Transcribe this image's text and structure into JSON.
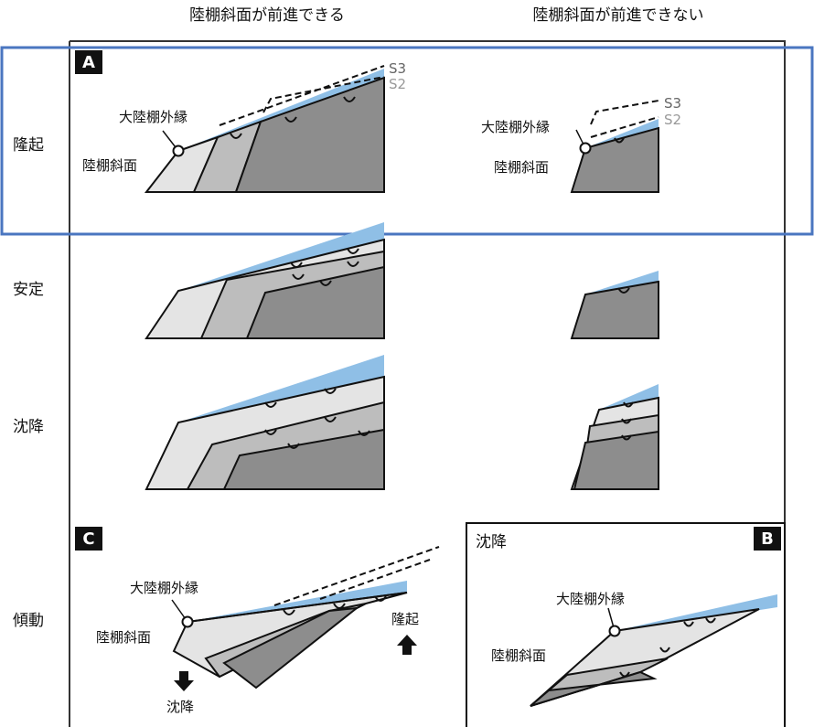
{
  "headers": {
    "col_advancing": "陸棚斜面が前進できる",
    "col_not_advancing": "陸棚斜面が前進できない"
  },
  "rows": {
    "uplift": "隆起",
    "stable": "安定",
    "subsidence": "沈降",
    "tilting": "傾動"
  },
  "panels": {
    "a": "A",
    "b": "B",
    "c": "C",
    "b_title": "沈降"
  },
  "labels": {
    "shelf_edge": "大陸棚外縁",
    "shelf_slope": "陸棚斜面",
    "s3": "S3",
    "s2": "S2",
    "uplift": "隆起",
    "subsidence": "沈降"
  },
  "colors": {
    "sea": "#8fbfe6",
    "layer_light": "#e4e4e4",
    "layer_mid": "#bdbdbd",
    "layer_dark": "#8d8d8d",
    "highlight_box": "#4a76c0",
    "frame": "#333333"
  }
}
